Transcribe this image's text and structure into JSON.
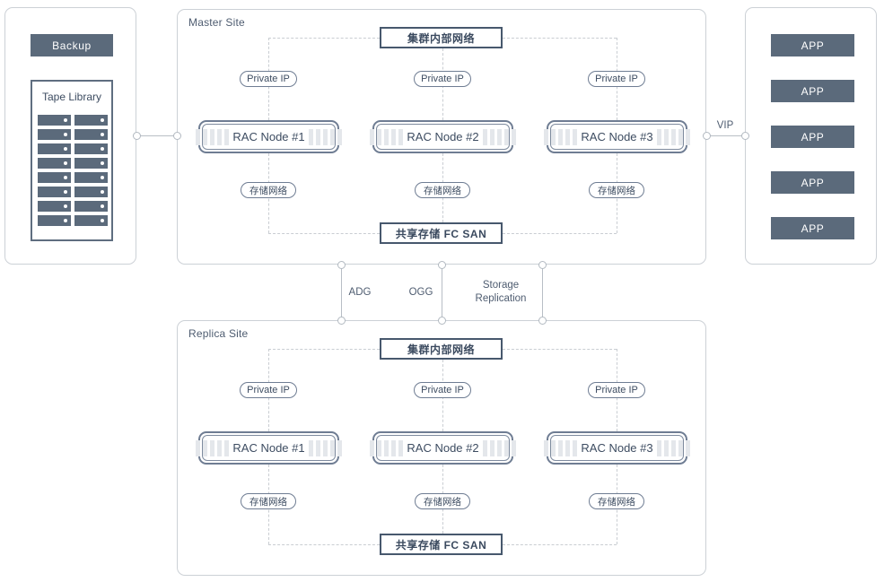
{
  "colors": {
    "dark_fill": "#5b6a7b",
    "net_box_border": "#47586d",
    "panel_border": "#ccd1d6",
    "link_line": "#b8bec5",
    "dashed_line": "#c9cdd2",
    "text_dark": "#3d4c61"
  },
  "left_panel": {
    "backup_label": "Backup",
    "tape_library": {
      "label": "Tape Library",
      "rows": 8,
      "columns": 2
    }
  },
  "right_panel": {
    "apps": [
      "APP",
      "APP",
      "APP",
      "APP",
      "APP"
    ]
  },
  "master_site": {
    "title": "Master Site",
    "cluster_network_label": "集群内部网络",
    "shared_storage_label": "共享存储 FC SAN",
    "nodes": [
      {
        "name": "RAC Node #1",
        "private_ip_label": "Private IP",
        "storage_network_label": "存储网络"
      },
      {
        "name": "RAC Node #2",
        "private_ip_label": "Private IP",
        "storage_network_label": "存储网络"
      },
      {
        "name": "RAC Node #3",
        "private_ip_label": "Private IP",
        "storage_network_label": "存储网络"
      }
    ]
  },
  "replica_site": {
    "title": "Replica Site",
    "cluster_network_label": "集群内部网络",
    "shared_storage_label": "共享存储 FC SAN",
    "nodes": [
      {
        "name": "RAC Node #1",
        "private_ip_label": "Private IP",
        "storage_network_label": "存储网络"
      },
      {
        "name": "RAC Node #2",
        "private_ip_label": "Private IP",
        "storage_network_label": "存储网络"
      },
      {
        "name": "RAC Node #3",
        "private_ip_label": "Private IP",
        "storage_network_label": "存储网络"
      }
    ]
  },
  "links": {
    "vip_label": "VIP",
    "adg_label": "ADG",
    "ogg_label": "OGG",
    "storage_replication_label": "Storage Replication"
  }
}
